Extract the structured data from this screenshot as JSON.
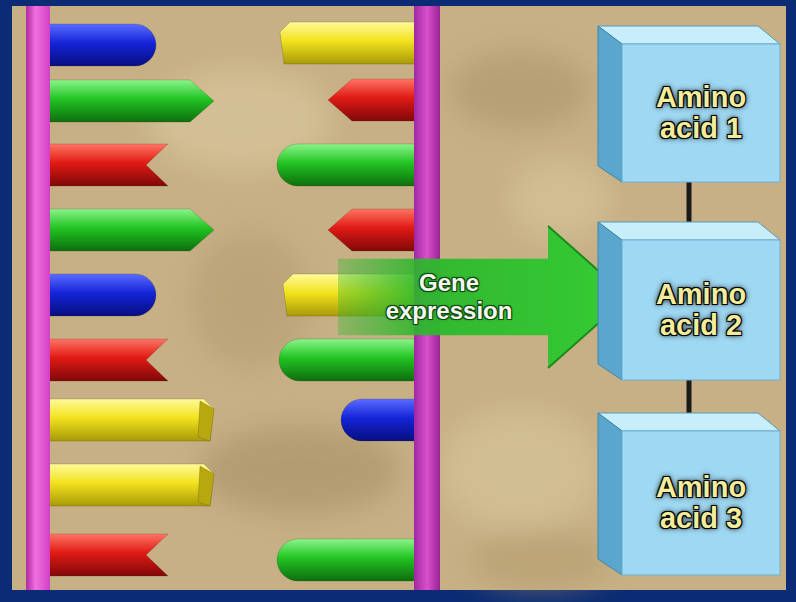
{
  "diagram": {
    "nodes": [
      {
        "text": [
          "Amino acid 1"
        ]
      },
      {
        "text": [
          "Gene expression"
        ]
      },
      {
        "text": [
          "Amino acid 2"
        ]
      },
      {
        "text": [
          "Amino acid 3"
        ]
      }
    ],
    "edges": [
      {
        "from": 0,
        "to": 2,
        "arrow": "none"
      },
      {
        "from": 2,
        "to": 3,
        "arrow": "none"
      }
    ]
  }
}
